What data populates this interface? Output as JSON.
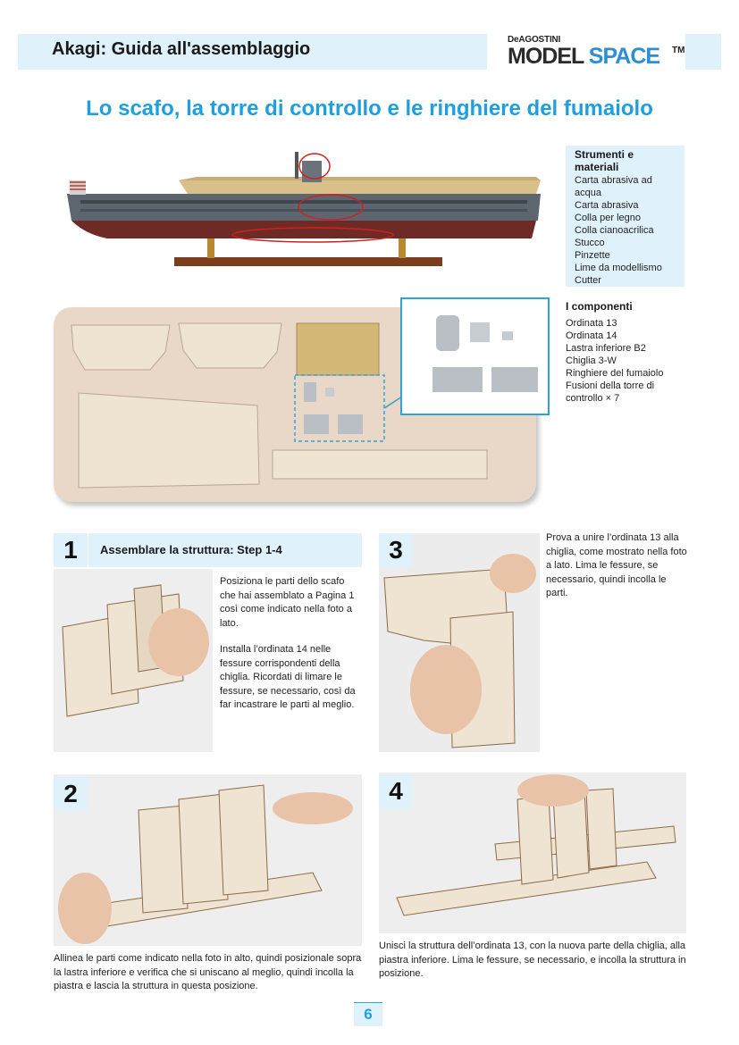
{
  "header": {
    "title": "Akagi: Guida all'assemblaggio",
    "logo_small": "DeAGOSTINI",
    "logo_model": "MODEL",
    "logo_space": "SPACE",
    "logo_tm": "TM"
  },
  "page_title": "Lo scafo, la torre di controllo e le ringhiere del fumaiolo",
  "tools": {
    "title": "Strumenti e materiali",
    "items": [
      "Carta abrasiva ad",
      "acqua",
      "Carta abrasiva",
      "Colla per legno",
      "Colla cianoacrilica",
      "Stucco",
      "Pinzette",
      "Lime da modellismo",
      "Cutter"
    ]
  },
  "components": {
    "title": "I componenti",
    "items": [
      "Ordinata 13",
      "Ordinata 14",
      "Lastra inferiore B2",
      "Chiglia 3-W",
      "Ringhiere del fumaiolo",
      "Fusioni della torre di",
      "controllo × 7"
    ]
  },
  "steps": [
    {
      "number": "1",
      "heading": "Assemblare la struttura: Step 1-4",
      "text_a": "Posiziona le parti dello scafo che hai assemblato a Pagina 1 così come indicato nella foto a lato.",
      "text_b": "Installa l’ordinata 14 nelle fessure corrispondenti della chiglia. Ricordati di limare le fessure, se necessario, così da far incastrare le parti al meglio."
    },
    {
      "number": "2",
      "text": "Allinea le parti come indicato nella foto in alto, quindi posizionale sopra la lastra inferiore e verifica che si uniscano al meglio, quindi incolla la piastra e lascia la struttura in questa posizione."
    },
    {
      "number": "3",
      "text": "Prova a unire l’ordinata 13 alla chiglia, come mostrato nella foto a lato. Lima le fessure, se necessario, quindi incolla le parti."
    },
    {
      "number": "4",
      "text": "Unisci la struttura dell’ordinata 13, con la nuova parte della chiglia, alla piastra inferiore. Lima le fessure, se necessario, e incolla la struttura in posizione."
    }
  ],
  "page_number": "6",
  "colors": {
    "accent_blue": "#1f9fdc",
    "light_blue": "#dff2fb",
    "panel_beige": "#e9d7c8",
    "wood": "#efe3d2"
  }
}
